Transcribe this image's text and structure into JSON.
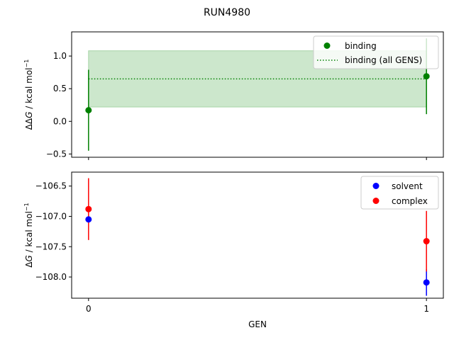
{
  "figure_title": "RUN4980",
  "xlabel": "GEN",
  "chart_data": [
    {
      "type": "scatter",
      "title": "",
      "ylabel_main": "ΔΔG",
      "ylabel_unit": "kcal mol",
      "ylabel_sup": "−1",
      "ylabel_prefix": "ΔΔ",
      "ylim": [
        -0.55,
        1.37
      ],
      "yticks": [
        -0.5,
        0.0,
        0.5,
        1.0
      ],
      "ytick_labels": [
        "−0.5",
        "0.0",
        "0.5",
        "1.0"
      ],
      "x": [
        0,
        1
      ],
      "series": [
        {
          "name": "binding",
          "color": "#008000",
          "y": [
            0.17,
            0.69
          ],
          "yerr": [
            0.62,
            0.58
          ]
        }
      ],
      "reference": {
        "name": "binding (all GENS)",
        "color": "#008000",
        "style": "dotted",
        "y": 0.65,
        "band": [
          0.22,
          1.08
        ],
        "band_color": "#cce7cc"
      },
      "legend": "top-right"
    },
    {
      "type": "scatter",
      "title": "",
      "ylabel_prefix": "Δ",
      "ylabel_unit": "kcal mol",
      "ylabel_sup": "−1",
      "ylim": [
        -108.35,
        -106.27
      ],
      "yticks": [
        -108.0,
        -107.5,
        -107.0,
        -106.5
      ],
      "ytick_labels": [
        "−108.0",
        "−107.5",
        "−107.0",
        "−106.5"
      ],
      "x": [
        0,
        1
      ],
      "xticks": [
        0,
        1
      ],
      "xtick_labels": [
        "0",
        "1"
      ],
      "series": [
        {
          "name": "solvent",
          "color": "#0000ff",
          "y": [
            -107.05,
            -108.09
          ],
          "yerr": [
            0.0,
            0.22
          ]
        },
        {
          "name": "complex",
          "color": "#ff0000",
          "y": [
            -106.88,
            -107.41
          ],
          "yerr": [
            0.51,
            0.5
          ]
        }
      ],
      "legend": "top-right"
    }
  ]
}
